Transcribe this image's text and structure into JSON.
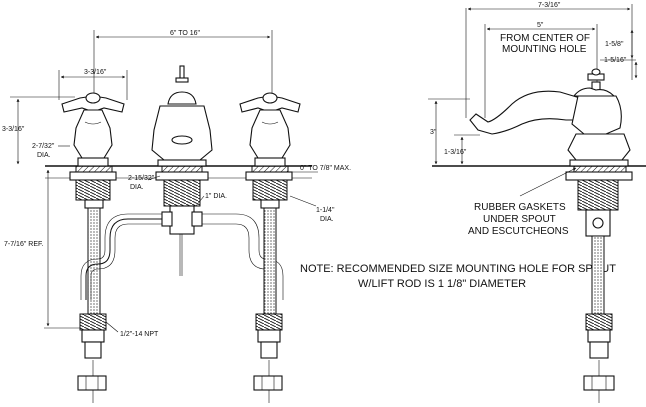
{
  "front_view": {
    "dims": {
      "spread": "6\" TO 16\"",
      "handle_width": "3-3/16\"",
      "handle_height": "3-3/16\"",
      "base_dia_1": "2-7/32\"",
      "base_dia_2": "DIA.",
      "spout_base_dia_1": "2-15/32\"",
      "spout_base_dia_2": "DIA.",
      "tee_dia": "1\" DIA.",
      "deck_thickness": "0\" TO 7/8\" MAX.",
      "shank_dia_1": "1-1/4\"",
      "shank_dia_2": "DIA.",
      "below_deck": "7-7/16\" REF.",
      "thread": "1/2\"-14 NPT"
    }
  },
  "side_view": {
    "dims": {
      "overall_reach": "7-3/16\"",
      "spout_reach": "5\"",
      "from_center_1": "FROM CENTER OF",
      "from_center_2": "MOUNTING HOLE",
      "offset_a": "1-5/8\"",
      "offset_b": "1-5/16\"",
      "spout_height": "3\"",
      "outlet_height": "1-3/16\""
    }
  },
  "callout": {
    "line1": "RUBBER GASKETS",
    "line2": "UNDER SPOUT",
    "line3": "AND ESCUTCHEONS"
  },
  "note": {
    "line1": "NOTE:  RECOMMENDED SIZE MOUNTING HOLE FOR SPOUT",
    "line2": "W/LIFT ROD IS 1 1/8\" DIAMETER"
  }
}
